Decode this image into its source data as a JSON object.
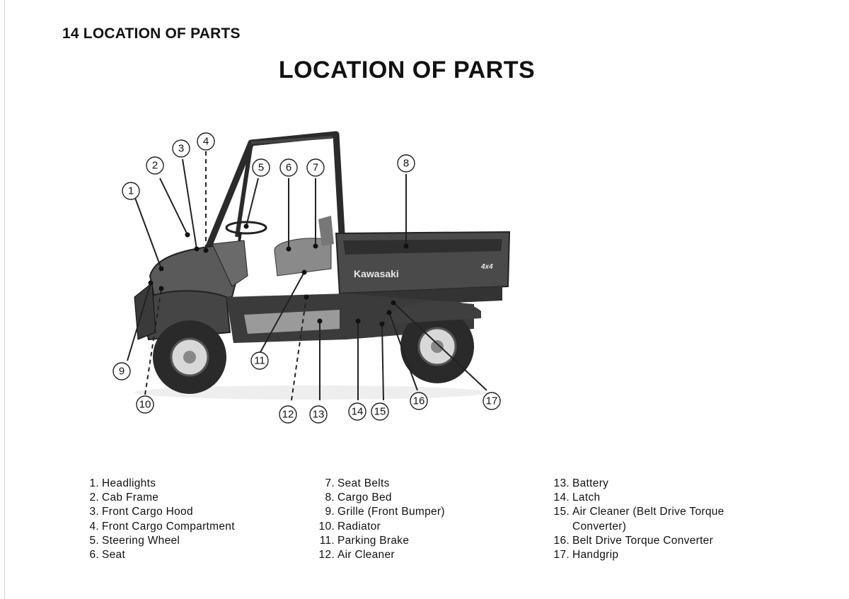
{
  "header": {
    "running_head": "14 LOCATION OF PARTS",
    "title": "LOCATION OF PARTS"
  },
  "figure": {
    "brand_decal": "Kawasaki",
    "badge": "4x4",
    "callouts": [
      "1",
      "2",
      "3",
      "4",
      "5",
      "6",
      "7",
      "8",
      "9",
      "10",
      "11",
      "12",
      "13",
      "14",
      "15",
      "16",
      "17"
    ]
  },
  "legend": {
    "columns": [
      [
        {
          "num": "1.",
          "text": "Headlights"
        },
        {
          "num": "2.",
          "text": "Cab Frame"
        },
        {
          "num": "3.",
          "text": "Front Cargo Hood"
        },
        {
          "num": "4.",
          "text": "Front Cargo Compartment"
        },
        {
          "num": "5.",
          "text": "Steering Wheel"
        },
        {
          "num": "6.",
          "text": "Seat"
        }
      ],
      [
        {
          "num": "7.",
          "text": "Seat Belts"
        },
        {
          "num": "8.",
          "text": "Cargo Bed"
        },
        {
          "num": "9.",
          "text": "Grille (Front Bumper)"
        },
        {
          "num": "10.",
          "text": "Radiator"
        },
        {
          "num": "11.",
          "text": "Parking Brake"
        },
        {
          "num": "12.",
          "text": "Air Cleaner"
        }
      ],
      [
        {
          "num": "13.",
          "text": "Battery"
        },
        {
          "num": "14.",
          "text": "Latch"
        },
        {
          "num": "15.",
          "text": "Air Cleaner (Belt Drive Torque"
        },
        {
          "num": "",
          "text": "Converter)"
        },
        {
          "num": "16.",
          "text": "Belt Drive Torque Converter"
        },
        {
          "num": "17.",
          "text": "Handgrip"
        }
      ]
    ]
  }
}
